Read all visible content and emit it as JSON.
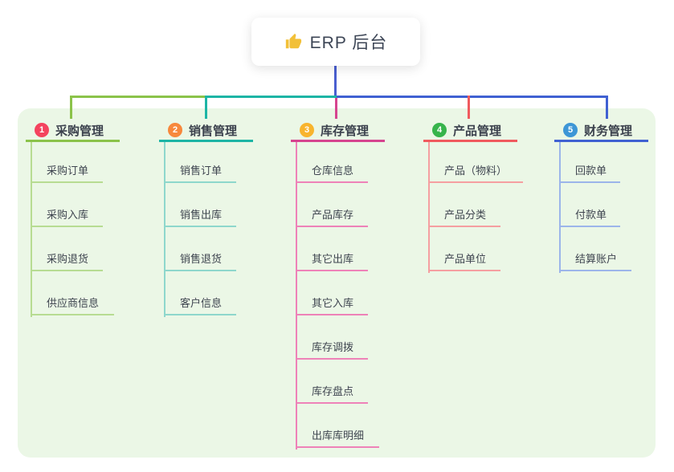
{
  "root": {
    "label": "ERP 后台",
    "icon": "thumbs-up",
    "icon_color": "#f2c038"
  },
  "branches": [
    {
      "badge": "1",
      "badge_color": "#f4435e",
      "label": "采购管理",
      "line_color": "#8bc34a",
      "child_line_color": "#b7dc92",
      "children": [
        "采购订单",
        "采购入库",
        "采购退货",
        "供应商信息"
      ]
    },
    {
      "badge": "2",
      "badge_color": "#f7883c",
      "label": "销售管理",
      "line_color": "#1db5a5",
      "child_line_color": "#8ed7cc",
      "children": [
        "销售订单",
        "销售出库",
        "销售退货",
        "客户信息"
      ]
    },
    {
      "badge": "3",
      "badge_color": "#f8b42d",
      "label": "库存管理",
      "line_color": "#d6448f",
      "child_line_color": "#ee82b8",
      "children": [
        "仓库信息",
        "产品库存",
        "其它出库",
        "其它入库",
        "库存调拨",
        "库存盘点",
        "出库库明细"
      ]
    },
    {
      "badge": "4",
      "badge_color": "#36b44b",
      "label": "产品管理",
      "line_color": "#f05a5e",
      "child_line_color": "#f59fa1",
      "children": [
        "产品（物料）",
        "产品分类",
        "产品单位"
      ]
    },
    {
      "badge": "5",
      "badge_color": "#3d96d6",
      "label": "财务管理",
      "line_color": "#4061d2",
      "child_line_color": "#9cb5ea",
      "children": [
        "回款单",
        "付款单",
        "结算账户"
      ]
    }
  ],
  "connectors": {
    "root_drop_color": "#4a5fd0"
  },
  "colors": {
    "panel_bg": "#ebf7e6"
  }
}
